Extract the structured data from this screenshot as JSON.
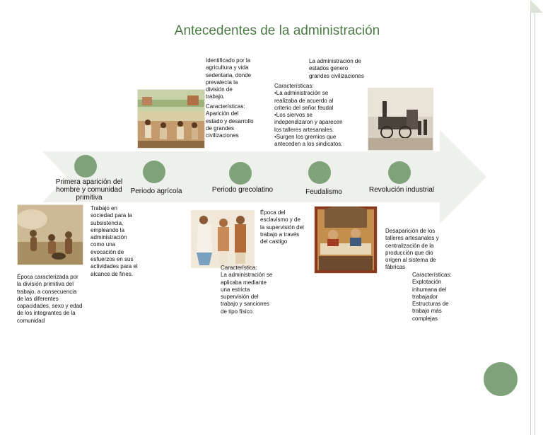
{
  "title": "Antecedentes de la administración",
  "stages": [
    {
      "label": "Primera aparición del\nhombre y comunidad\nprimitiva"
    },
    {
      "label": "Periodo agrícola"
    },
    {
      "label": "Periodo grecolatino"
    },
    {
      "label": "Feudalismo"
    },
    {
      "label": "Revolución industrial"
    }
  ],
  "texts": {
    "primitiva_desc": "Trabajo en\nsociedad para la\nsubsistencia,\nempleando la\nadministración\ncomo una\nevocación de\nesfuerzos en sus\nactividades para el\nalcance de fines.",
    "primitiva_epoca": "Época caracterizada por\nla división primitiva del\ntrabajo, a consecuencia\nde las diferentes\ncapacidades, sexo y edad\nde los integrantes de la\ncomunidad",
    "agricola_desc": "Identificado por la\nagricultura y vida\nsedentaria, donde\nprevalecía la\ndivisión de\ntrabajo.",
    "agricola_caract": "Características:\nAparición del\nestado y desarrollo\nde grandes\ncivilizaciones",
    "grecolatino_epoca": "Época del\nesclavismo y de\nla supervisión del\ntrabajo a través\ndel castigo",
    "grecolatino_caract": "Característica:\nLa administración se\naplicaba mediante\nuna estricta\nsupervisión del\ntrabajo y sanciones\nde tipo físico.",
    "feudal_intro": "La administración de\nestados genero\ngrandes civilizaciones",
    "feudal_caract": "Características:\n•La administración se\nrealizaba de acuerdo al\ncriterio del señor feudal\n•Los siervos se\nindependizaron y aparecen\nlos talleres artesanales.\n•Surgen los gremios que\nanteceden a los sindicatos.",
    "industrial_desc": "Desaparición de los\ntalleres artesanales y\ncentralización de la\nproducción que dio\norigen al sistema de\nfábricas",
    "industrial_caract": "Características:\nExplotación\ninhumana del\ntrabajador\nEstructuras de\ntrabajo más\ncomplejas"
  },
  "colors": {
    "arrow": "#eef0ec",
    "node": "#7fa27a",
    "title": "#4c7a45"
  },
  "images": [
    {
      "name": "primitive-people-image"
    },
    {
      "name": "agriculture-scene-image"
    },
    {
      "name": "greco-roman-slavery-image"
    },
    {
      "name": "medieval-workshop-image"
    },
    {
      "name": "industrial-steam-locomotive-image"
    }
  ]
}
